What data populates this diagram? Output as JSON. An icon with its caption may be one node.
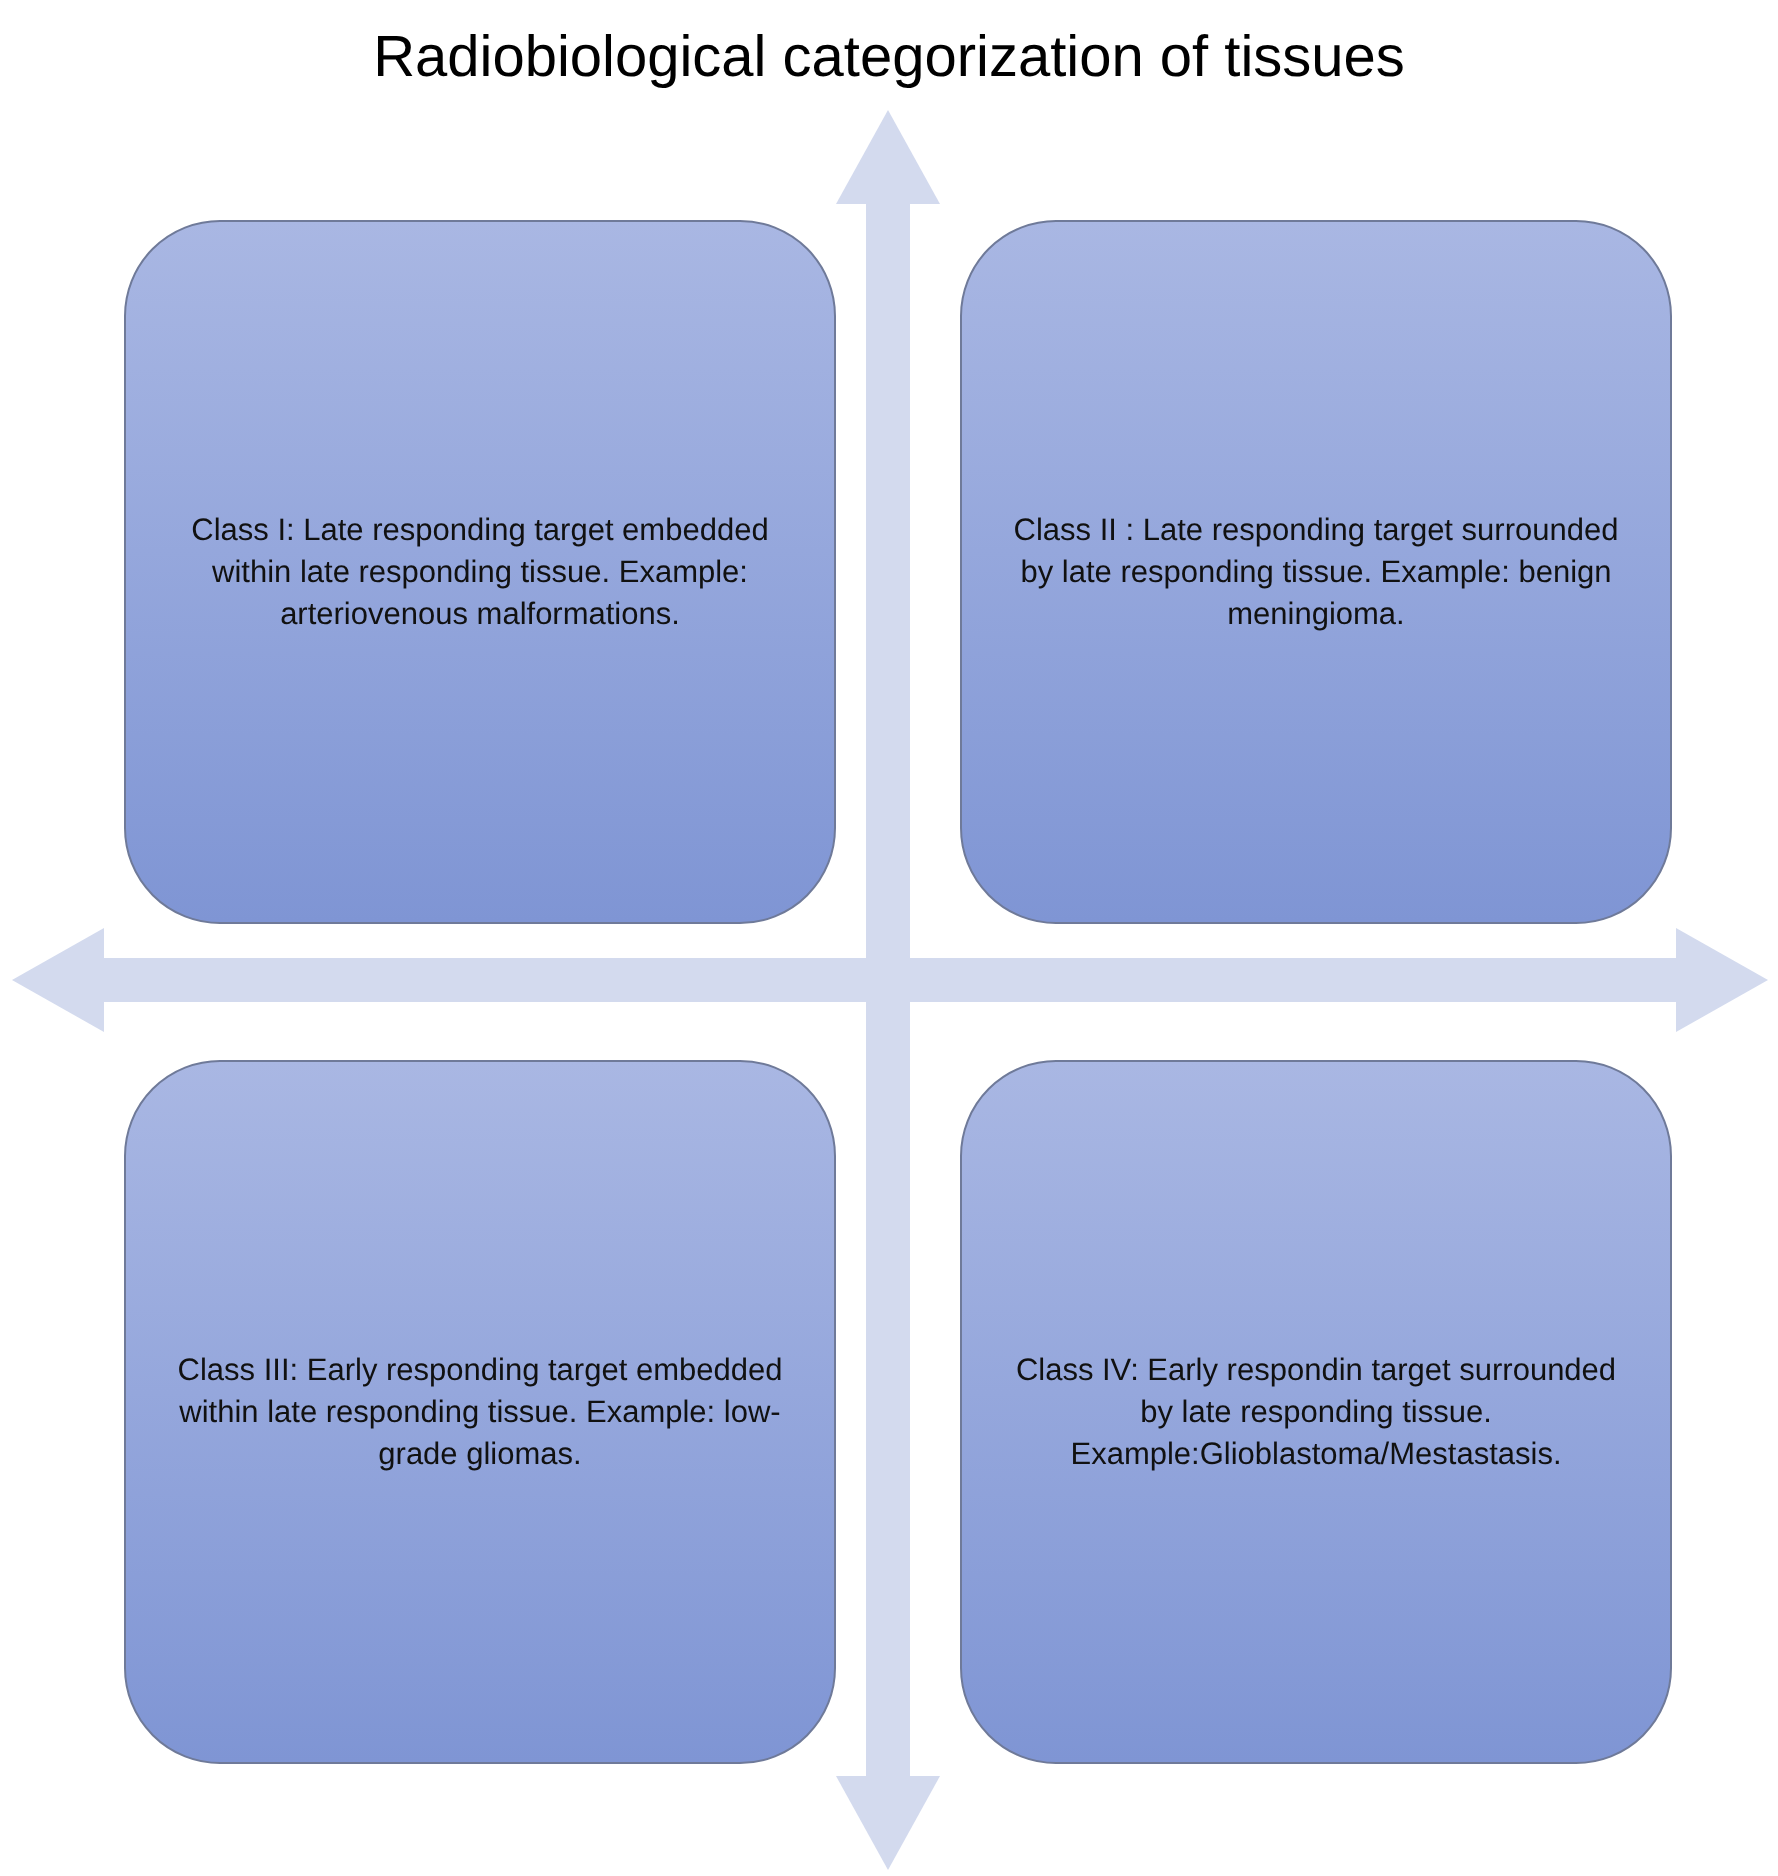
{
  "diagram": {
    "title": "Radiobiological categorization of tissues",
    "nodes": [
      {
        "text": [
          "Class I: Late responding target embedded within late responding tissue. Example: arteriovenous malformations."
        ]
      },
      {
        "text": [
          "Class II : Late responding target surrounded by late responding tissue. Example: benign meningioma."
        ]
      },
      {
        "text": [
          "Class III: Early responding target embedded within late responding tissue. Example: low-grade gliomas."
        ]
      },
      {
        "text": [
          "Class IV: Early respondin target surrounded by late responding tissue. Example:Glioblastoma/Mestastasis."
        ]
      }
    ]
  }
}
